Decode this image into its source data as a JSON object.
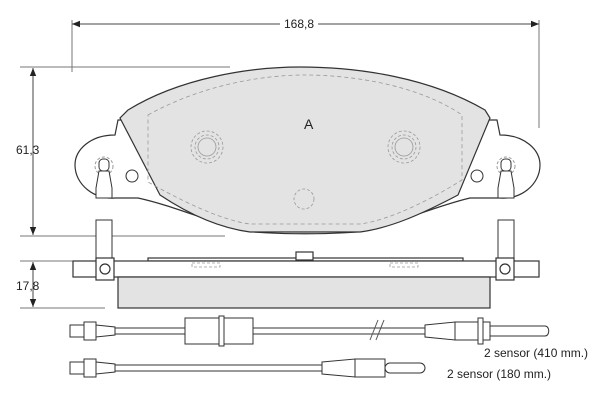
{
  "drawing": {
    "subject": "brake pad technical drawing",
    "pad_marking": "A",
    "dimensions": {
      "width": "168,8",
      "height": "61,3",
      "thickness": "17,8"
    },
    "sensors": [
      {
        "label": "2 sensor (410 mm.)"
      },
      {
        "label": "2 sensor (180 mm.)"
      }
    ],
    "colors": {
      "line": "#333333",
      "dim_line": "#777777",
      "friction_fill": "#e3e3e3",
      "dashed": "#999999"
    }
  }
}
